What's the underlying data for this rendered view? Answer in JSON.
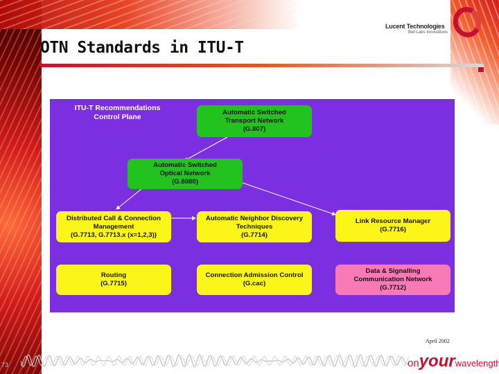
{
  "header": {
    "company": "Lucent Technologies",
    "tagline": "Bell Labs Innovations"
  },
  "title": "OTN Standards in ITU-T",
  "diagram": {
    "heading": [
      "ITU-T Recommendations",
      "Control Plane"
    ],
    "boxes": [
      {
        "id": "astn",
        "color": "green",
        "lines": [
          "Automatic Switched",
          "Transport Network",
          "(G.807)"
        ]
      },
      {
        "id": "ason",
        "color": "green",
        "lines": [
          "Automatic Switched",
          "Optical Network",
          "(G.8080)"
        ]
      },
      {
        "id": "dccm",
        "color": "yellow",
        "lines": [
          "Distributed Call & Connection",
          "Management",
          "(G.7713, G.7713.x (x=1,2,3))"
        ]
      },
      {
        "id": "andt",
        "color": "yellow",
        "lines": [
          "Automatic Neighbor Discovery",
          "Techniques",
          "(G.7714)"
        ]
      },
      {
        "id": "lrm",
        "color": "yellow",
        "lines": [
          "Link Resource Manager",
          "(G.7716)"
        ]
      },
      {
        "id": "routing",
        "color": "yellow",
        "lines": [
          "Routing",
          "(G.7715)"
        ]
      },
      {
        "id": "cac",
        "color": "yellow",
        "lines": [
          "Connection Admission Control",
          "(G.cac)"
        ]
      },
      {
        "id": "dcn",
        "color": "pink",
        "lines": [
          "Data & Signalling",
          "Communication Network",
          "(G.7712)"
        ]
      }
    ],
    "colors": {
      "background": "#7b2fe0",
      "green": "#22c21f",
      "yellow": "#fbf51a",
      "pink": "#f77ab7",
      "arrow": "#ffffff"
    }
  },
  "footer": {
    "date": "April 2002",
    "page_number": "73",
    "brand": {
      "on": "on",
      "your": "your",
      "wavelength": "wavelength"
    }
  }
}
